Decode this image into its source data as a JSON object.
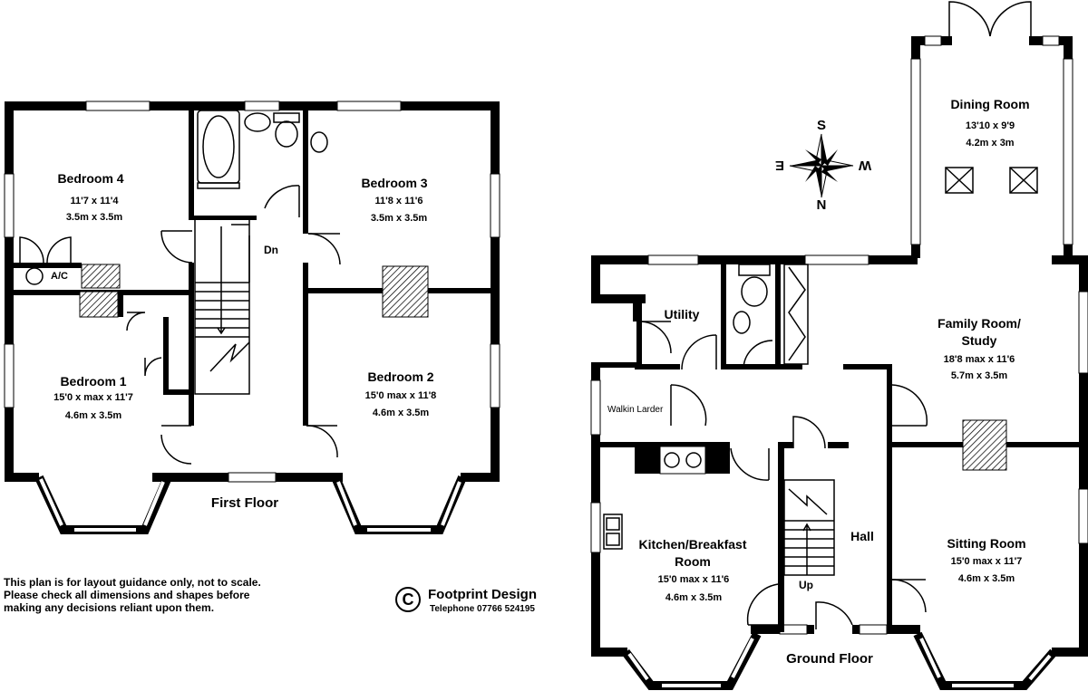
{
  "first_floor": {
    "label": "First Floor",
    "rooms": [
      {
        "name": "Bedroom 4",
        "imperial": "11'7 x 11'4",
        "metric": "3.5m x 3.5m"
      },
      {
        "name": "Bedroom 3",
        "imperial": "11'8 x 11'6",
        "metric": "3.5m x 3.5m"
      },
      {
        "name": "Bedroom 1",
        "imperial": "15'0 x max x 11'7",
        "metric": "4.6m x 3.5m"
      },
      {
        "name": "Bedroom 2",
        "imperial": "15'0  max x 11'8",
        "metric": "4.6m x 3.5m"
      }
    ],
    "ac_label": "A/C",
    "stairs_label": "Dn"
  },
  "ground_floor": {
    "label": "Ground Floor",
    "rooms": [
      {
        "name": "Dining Room",
        "imperial": "13'10  x 9'9",
        "metric": "4.2m x 3m"
      },
      {
        "name": "Family Room/",
        "name2": "Study",
        "imperial": "18'8 max x 11'6",
        "metric": "5.7m x 3.5m"
      },
      {
        "name": "Utility"
      },
      {
        "name": "Walkin Larder"
      },
      {
        "name": "Kitchen/Breakfast",
        "name2": "Room",
        "imperial": "15'0 max x 11'6",
        "metric": "4.6m x 3.5m"
      },
      {
        "name": "Hall"
      },
      {
        "name": "Sitting Room",
        "imperial": "15'0 max x 11'7",
        "metric": "4.6m x 3.5m"
      }
    ],
    "stairs_label": "Up"
  },
  "compass": {
    "s": "S",
    "n": "N",
    "e": "E",
    "w": "W"
  },
  "disclaimer": [
    "This plan is for layout guidance only, not to scale.",
    "Please check all dimensions and shapes before",
    "making any decisions reliant upon them."
  ],
  "brand": {
    "symbol": "C",
    "name": "Footprint Design",
    "telephone": "Telephone 07766 524195"
  }
}
